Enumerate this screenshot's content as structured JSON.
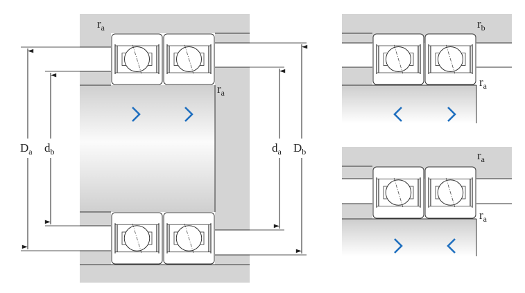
{
  "colors": {
    "housing": "#d4d4d4",
    "line": "#333333",
    "arrow_blue": "#1f6fbf"
  },
  "left_drawing": {
    "labels": {
      "ra_top": {
        "base": "r",
        "sub": "a"
      },
      "ra_right": {
        "base": "r",
        "sub": "a"
      },
      "Da": {
        "base": "D",
        "sub": "a"
      },
      "db": {
        "base": "d",
        "sub": "b"
      },
      "da": {
        "base": "d",
        "sub": "a"
      },
      "Db": {
        "base": "D",
        "sub": "b"
      }
    },
    "direction_icons": [
      "chevron-right-icon",
      "chevron-right-icon"
    ]
  },
  "right_top_drawing": {
    "labels": {
      "rb": {
        "base": "r",
        "sub": "b"
      },
      "ra": {
        "base": "r",
        "sub": "a"
      }
    },
    "direction_icons": [
      "chevron-left-icon",
      "chevron-right-icon"
    ]
  },
  "right_bottom_drawing": {
    "labels": {
      "ra_top": {
        "base": "r",
        "sub": "a"
      },
      "ra_bottom": {
        "base": "r",
        "sub": "a"
      }
    },
    "direction_icons": [
      "chevron-right-icon",
      "chevron-left-icon"
    ]
  }
}
